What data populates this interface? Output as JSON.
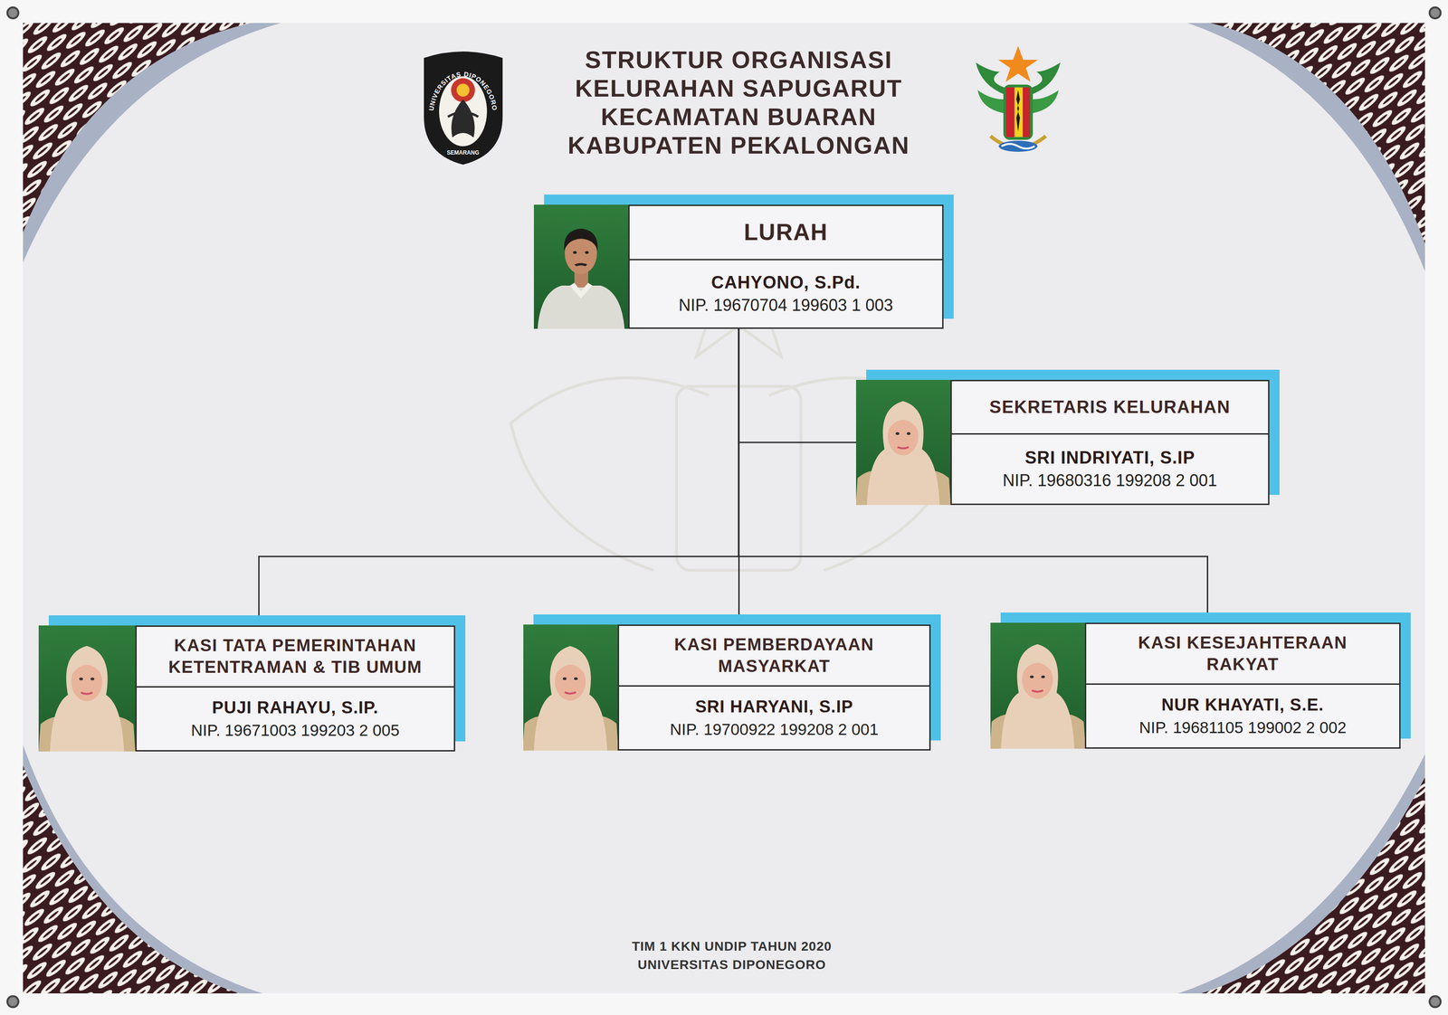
{
  "diagram": {
    "title": "STRUKTUR ORGANISASI KELURAHAN SAPUGARUT KECAMATAN BUARAN KABUPATEN PEKALONGAN",
    "nodes": [
      {
        "text": [
          "LURAH",
          "CAHYONO, S.Pd.",
          "NIP. 19670704 199603 1 003"
        ]
      },
      {
        "text": [
          "SEKRETARIS KELURAHAN",
          "SRI INDRIYATI, S.IP",
          "NIP. 19680316 199208 2 001"
        ]
      },
      {
        "text": [
          "KASI TATA PEMERINTAHAN KETENTRAMAN & TIB UMUM",
          "PUJI RAHAYU, S.IP.",
          "NIP. 19671003 199203 2 005"
        ]
      },
      {
        "text": [
          "KASI PEMBERDAYAAN MASYARKAT",
          "SRI HARYANI, S.IP",
          "NIP. 19700922 199208 2 001"
        ]
      },
      {
        "text": [
          "KASI KESEJAHTERAAN RAKYAT",
          "NUR KHAYATI, S.E.",
          "NIP. 19681105 199002 2 002"
        ]
      }
    ],
    "edges": [
      {
        "from": 0,
        "to": 1,
        "arrow": "none"
      },
      {
        "from": 0,
        "to": 2,
        "arrow": "none"
      },
      {
        "from": 0,
        "to": 3,
        "arrow": "none"
      },
      {
        "from": 0,
        "to": 4,
        "arrow": "none"
      }
    ],
    "labels": [
      "UNIVERSITAS DIPONEGORO",
      "SEMARANG",
      "TIM 1 KKN UNDIP TAHUN 2020",
      "UNIVERSITAS DIPONEGORO"
    ]
  }
}
